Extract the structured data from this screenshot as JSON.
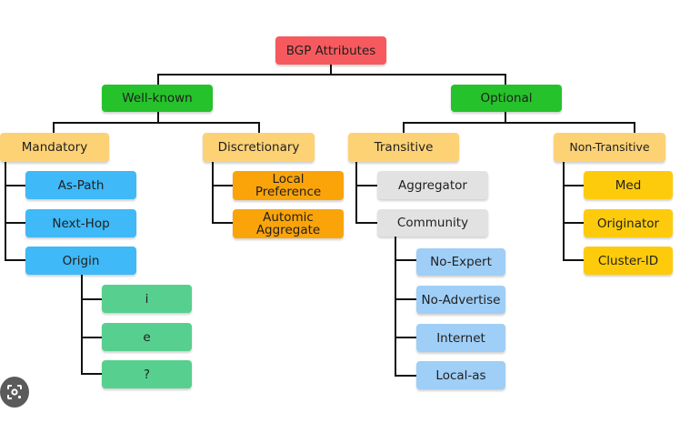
{
  "diagram": {
    "type": "tree",
    "root": "BGP Attributes",
    "nodes": {
      "root": "BGP Attributes",
      "well_known": "Well-known",
      "optional": "Optional",
      "mandatory": "Mandatory",
      "discretionary": "Discretionary",
      "transitive": "Transitive",
      "non_transitive": "Non-Transitive",
      "as_path": "As-Path",
      "next_hop": "Next-Hop",
      "origin": "Origin",
      "origin_i": "i",
      "origin_e": "e",
      "origin_q": "?",
      "local_pref_1": "Local",
      "local_pref_2": "Preference",
      "atomic_1": "Automic",
      "atomic_2": "Aggregate",
      "aggregator": "Aggregator",
      "community": "Community",
      "no_expert": "No-Expert",
      "no_advertise": "No-Advertise",
      "internet": "Internet",
      "local_as": "Local-as",
      "med": "Med",
      "originator": "Originator",
      "cluster_id": "Cluster-ID"
    },
    "edges": [
      [
        "BGP Attributes",
        "Well-known"
      ],
      [
        "BGP Attributes",
        "Optional"
      ],
      [
        "Well-known",
        "Mandatory"
      ],
      [
        "Well-known",
        "Discretionary"
      ],
      [
        "Optional",
        "Transitive"
      ],
      [
        "Optional",
        "Non-Transitive"
      ],
      [
        "Mandatory",
        "As-Path"
      ],
      [
        "Mandatory",
        "Next-Hop"
      ],
      [
        "Mandatory",
        "Origin"
      ],
      [
        "Origin",
        "i"
      ],
      [
        "Origin",
        "e"
      ],
      [
        "Origin",
        "?"
      ],
      [
        "Discretionary",
        "Local Preference"
      ],
      [
        "Discretionary",
        "Automic Aggregate"
      ],
      [
        "Transitive",
        "Aggregator"
      ],
      [
        "Transitive",
        "Community"
      ],
      [
        "Community",
        "No-Expert"
      ],
      [
        "Community",
        "No-Advertise"
      ],
      [
        "Community",
        "Internet"
      ],
      [
        "Community",
        "Local-as"
      ],
      [
        "Non-Transitive",
        "Med"
      ],
      [
        "Non-Transitive",
        "Originator"
      ],
      [
        "Non-Transitive",
        "Cluster-ID"
      ]
    ],
    "colors": {
      "root": "#f65a5e",
      "level1": "#26c22b",
      "level2": "#fdd275",
      "mandatory_children": "#3fb9f7",
      "discretionary_children": "#fba40a",
      "transitive_children": "#e2e2e2",
      "community_children": "#9fcef6",
      "non_transitive_children": "#fdcb0b",
      "origin_children": "#57d08f",
      "connector": "#111111"
    }
  },
  "overlay": {
    "lens_icon": "google-lens-icon"
  }
}
